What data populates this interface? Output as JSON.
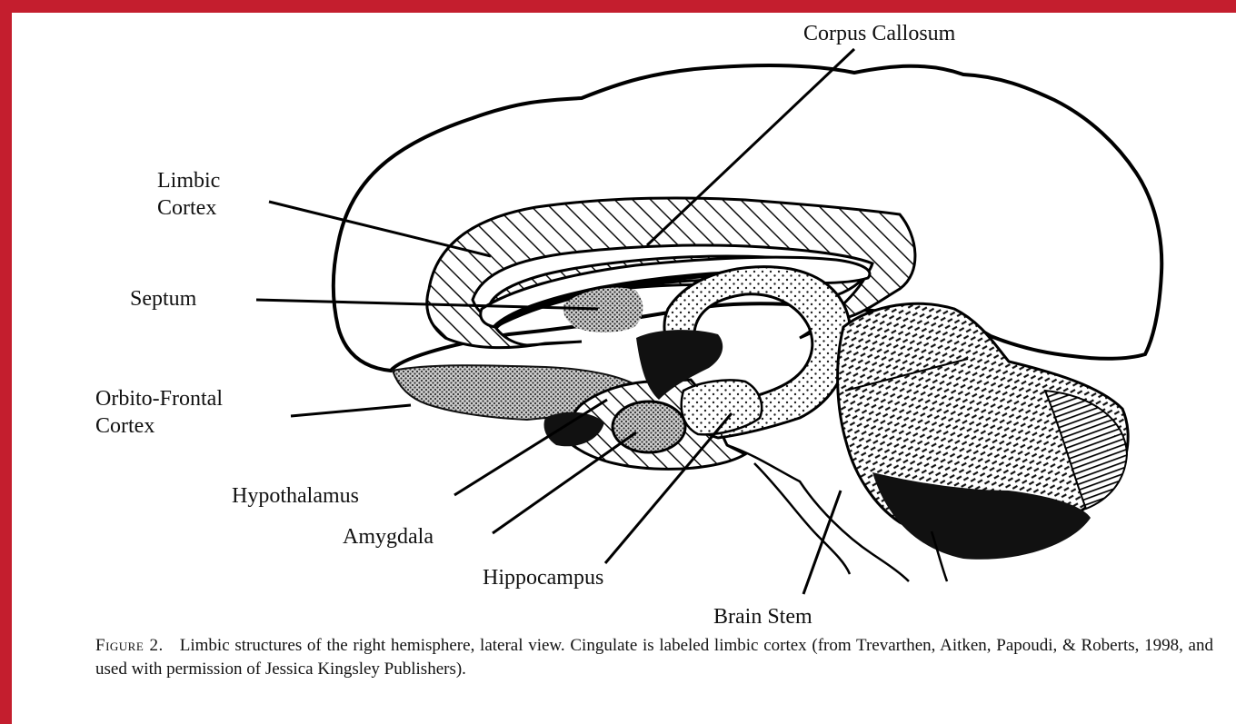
{
  "colors": {
    "frame": "#c41e2e",
    "paper": "#ffffff",
    "ink": "#111111"
  },
  "labels": {
    "corpus_callosum": "Corpus Callosum",
    "limbic_1": "Limbic",
    "limbic_2": "Cortex",
    "septum": "Septum",
    "orbito_1": "Orbito-Frontal",
    "orbito_2": "Cortex",
    "hypothalamus": "Hypothalamus",
    "amygdala": "Amygdala",
    "hippocampus": "Hippocampus",
    "brain_stem": "Brain Stem"
  },
  "caption": {
    "figure_number": "Figure 2.",
    "text": "Limbic structures of the right hemisphere, lateral view. Cingulate is labeled limbic cortex (from Trevarthen, Aitken, Papoudi, & Roberts, 1998, and used with permission of Jessica Kingsley Publishers)."
  }
}
